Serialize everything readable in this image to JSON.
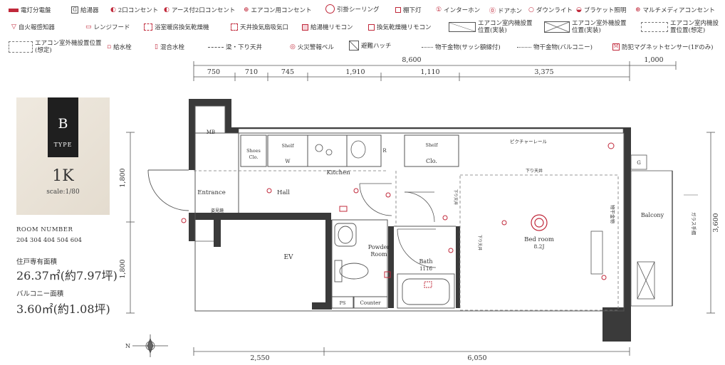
{
  "legend": {
    "row1": [
      {
        "icon": "distribution-board-icon",
        "label": "電灯分電盤"
      },
      {
        "icon": "water-heater-icon",
        "glyph": "G",
        "label": "給湯器"
      },
      {
        "icon": "double-outlet-icon",
        "label": "2口コンセント"
      },
      {
        "icon": "grounded-double-outlet-icon",
        "label": "アース付2口コンセント"
      },
      {
        "icon": "ac-outlet-icon",
        "label": "エアコン用コンセント"
      },
      {
        "icon": "ceiling-hook-icon",
        "label": "引掛シーリング"
      },
      {
        "icon": "shelf-light-icon",
        "label": "棚下灯"
      },
      {
        "icon": "intercom-icon",
        "label": "インターホン"
      },
      {
        "icon": "door-phone-icon",
        "label": "ドアホン"
      },
      {
        "icon": "downlight-icon",
        "label": "ダウンライト"
      },
      {
        "icon": "bracket-light-icon",
        "label": "ブラケット照明"
      },
      {
        "icon": "multimedia-outlet-icon",
        "label": "マルチメディアコンセント"
      }
    ],
    "row2": [
      {
        "icon": "fire-alarm-icon",
        "label": "自火報感知器"
      },
      {
        "icon": "range-hood-icon",
        "label": "レンジフード"
      },
      {
        "icon": "bath-dryer-icon",
        "label": "浴室暖房換気乾燥機"
      },
      {
        "icon": "ceiling-vent-icon",
        "label": "天井換気扇吸気口"
      },
      {
        "icon": "water-heater-remote-icon",
        "label": "給湯機リモコン"
      },
      {
        "icon": "dryer-remote-icon",
        "label": "換気乾燥機リモコン"
      },
      {
        "icon": "ac-indoor-actual-icon",
        "label": "エアコン室内機設置位置(実装)"
      },
      {
        "icon": "ac-outdoor-actual-icon",
        "label": "エアコン室外機設置位置(実装)"
      },
      {
        "icon": "ac-indoor-planned-icon",
        "label": "エアコン室内機設置位置(想定)"
      }
    ],
    "row3": [
      {
        "icon": "ac-outdoor-planned-icon",
        "label": "エアコン室外機設置位置(想定)"
      },
      {
        "icon": "water-faucet-icon",
        "label": "給水栓"
      },
      {
        "icon": "mixing-faucet-icon",
        "label": "混合水栓"
      },
      {
        "icon": "beam-line-icon",
        "label": "梁・下り天井"
      },
      {
        "icon": "fire-bell-icon",
        "label": "火災警報ベル"
      },
      {
        "icon": "escape-hatch-icon",
        "label": "避難ハッチ"
      },
      {
        "icon": "sash-hanger-icon",
        "label": "物干金物(サッシ額縁付)"
      },
      {
        "icon": "balcony-hanger-icon",
        "label": "物干金物(バルコニー)"
      },
      {
        "icon": "magnet-sensor-icon",
        "label": "防犯マグネットセンサー(1Fのみ)"
      }
    ]
  },
  "type_card": {
    "letter": "B",
    "type_label": "TYPE",
    "layout": "1K",
    "scale": "scale:1/80"
  },
  "info": {
    "room_number_label": "ROOM NUMBER",
    "room_numbers": "204 304 404 504 604",
    "area_label": "住戸専有面積",
    "area_value": "26.37㎡(約7.97坪)",
    "balcony_label": "バルコニー面積",
    "balcony_value": "3.60㎡(約1.08坪)"
  },
  "dimensions": {
    "total_width": "8,600",
    "balcony_depth": "1,000",
    "top_segments": [
      "750",
      "710",
      "745",
      "1,910",
      "1,110",
      "3,375"
    ],
    "bottom_segments": [
      "2,550",
      "6,050"
    ],
    "left_upper": "1,800",
    "left_lower": "1,800",
    "right": "3,600"
  },
  "rooms": {
    "mb": "MB",
    "shoes": "Shoes",
    "shoes2": "Clo.",
    "shelf1": "Shelf",
    "w": "W",
    "kitchen": "Kitchen",
    "shelf2": "Shelf",
    "clo": "Clo.",
    "picture_rail": "ピクチャーレール",
    "drop_ceiling": "下り天井",
    "entrance": "Entrance",
    "hall": "Hall",
    "footwear": "姿見鏡",
    "powder": "Powder",
    "powder2": "Room",
    "bath": "Bath",
    "bath_size": "1116",
    "bedroom": "Bed room",
    "bedroom_size": "8.2J",
    "balcony": "Balcony",
    "glass_rail": "ガラス手摺",
    "hanger_note": "物干金物",
    "ev": "EV",
    "ps": "PS",
    "counter": "Counter",
    "g": "G",
    "r": "R",
    "n": "N"
  },
  "colors": {
    "wall": "#3a3a3a",
    "accent": "#c0283a",
    "card": "#e8e1d5"
  }
}
